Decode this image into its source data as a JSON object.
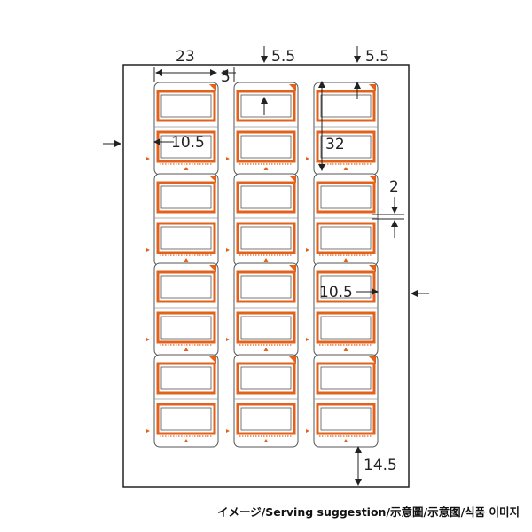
{
  "colors": {
    "accent": "#e2621b",
    "outline": "#555555",
    "sheet_border": "#222222",
    "dimension_text": "#222222"
  },
  "sheet": {
    "columns": 3,
    "rows_of_tags": 4,
    "labels_per_tag": 2
  },
  "dimensions": {
    "label_width": "23",
    "column_gap": "5",
    "top_margin_left": "5.5",
    "top_margin_right": "5.5",
    "label_height": "32",
    "left_offset": "10.5",
    "right_offset": "10.5",
    "row_gap": "2",
    "bottom_margin": "14.5"
  },
  "caption": "イメージ/Serving suggestion/示意圖/示意图/식품 이미지"
}
